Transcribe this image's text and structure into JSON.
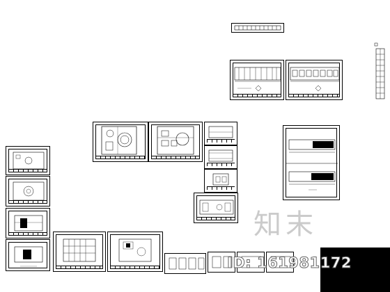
{
  "watermark": {
    "text": "知末"
  },
  "id_label": {
    "text": "ID: 161981172"
  },
  "sheets": [
    {
      "name": "sheet-strip-top"
    },
    {
      "name": "sheet-elevation-a"
    },
    {
      "name": "sheet-elevation-b"
    },
    {
      "name": "sheet-vertical-strip"
    },
    {
      "name": "sheet-plan-left"
    },
    {
      "name": "sheet-plan-right"
    },
    {
      "name": "sheet-section-1"
    },
    {
      "name": "sheet-section-2"
    },
    {
      "name": "sheet-section-3"
    },
    {
      "name": "sheet-section-4"
    },
    {
      "name": "sheet-right-elevation"
    },
    {
      "name": "sheet-left-col-1"
    },
    {
      "name": "sheet-left-col-2"
    },
    {
      "name": "sheet-left-col-3"
    },
    {
      "name": "sheet-left-col-4"
    },
    {
      "name": "sheet-bottom-1"
    },
    {
      "name": "sheet-bottom-2"
    },
    {
      "name": "sheet-bottom-3"
    },
    {
      "name": "sheet-bottom-4"
    },
    {
      "name": "sheet-bottom-5"
    },
    {
      "name": "sheet-bottom-6"
    }
  ]
}
